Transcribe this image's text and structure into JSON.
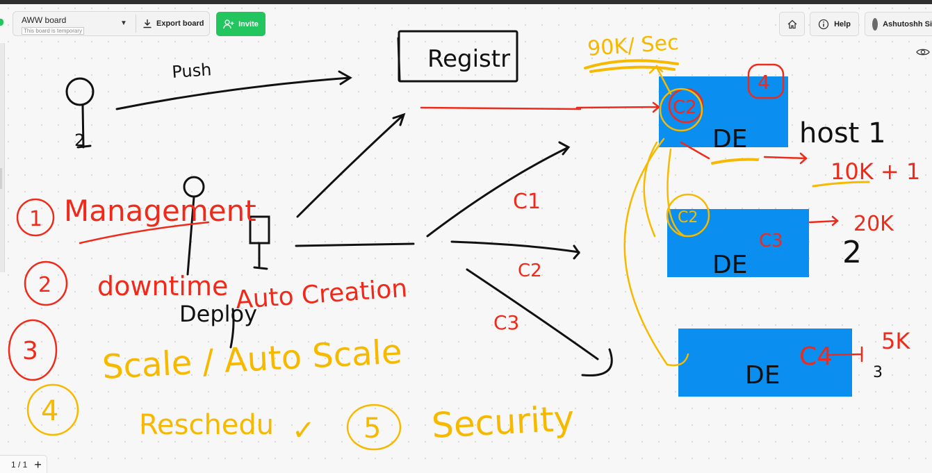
{
  "toolbar": {
    "board_name": "AWW board",
    "board_status": "This board is temporary",
    "export_label": "Export board",
    "invite_label": "Invite",
    "help_label": "Help",
    "user_name": "Ashutoshh Si"
  },
  "pager": {
    "page_indicator": "1 / 1",
    "add_page": "+"
  },
  "canvas": {
    "push_label": "Push",
    "registry_label": "Registr",
    "rate_label": "90K/ Sec",
    "user_icon_label": "2",
    "list_1_number": "1",
    "list_1_text": "Management",
    "list_2_number": "2",
    "list_2_text": "downtime",
    "deploy_text": "Deploy",
    "auto_creation_text": "Auto Creation",
    "list_3_number": "3",
    "scale_text": "Scale / Auto Scale",
    "list_4_number": "4",
    "reschedule_text": "Reschedu",
    "check_mark": "✓",
    "list_5_number": "5",
    "security_text": "Security",
    "arrow_c1": "C1",
    "arrow_c2": "C2",
    "arrow_c3": "C3",
    "host1_box_label": "DE",
    "host1_c_label": "C2",
    "host1_number": "4",
    "host1_name": "host 1",
    "host1_load": "10K + 1",
    "host2_box_label": "DE",
    "host2_c_label_a": "C2",
    "host2_c_label_b": "C3",
    "host2_load": "20K",
    "host2_number": "2",
    "host3_box_label": "DE",
    "host3_c_label": "C4",
    "host3_load": "5K",
    "host3_number": "3"
  },
  "colors": {
    "accent_green": "#22c55e",
    "box_blue": "#0a8ff0",
    "ink_red": "#ef2a1a",
    "ink_yellow": "#f7b900",
    "ink_black": "#111111"
  },
  "icons": [
    "export-icon",
    "invite-icon",
    "home-icon",
    "help-icon",
    "eye-icon",
    "chevron-down-icon"
  ]
}
